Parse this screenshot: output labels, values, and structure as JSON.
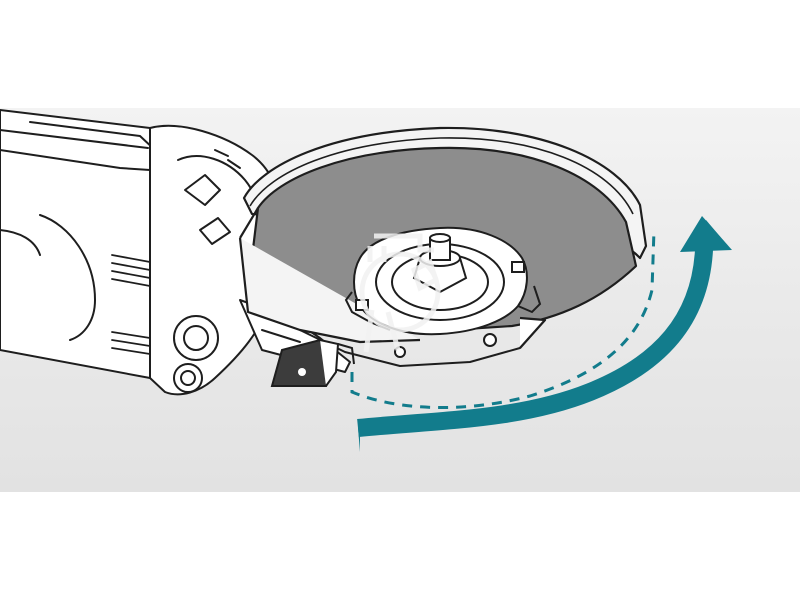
{
  "illustration": {
    "panel_color": "#ebebeb",
    "line_color": "#1e1e1e",
    "guard_fill": "#8d8d8d",
    "guard_rim_fill": "#f4f4f4",
    "latch_fill": "#3c3c3c",
    "arrow_color": "#127c8c",
    "dashed_path_color": "#127c8c",
    "watermark_color": "#f2f2f2",
    "icons": [
      "angle-grinder-body",
      "wheel-guard",
      "spindle-flange",
      "guard-lock-lever",
      "rotation-arrow",
      "dashed-rotation-path",
      "wrench-watermark"
    ]
  }
}
